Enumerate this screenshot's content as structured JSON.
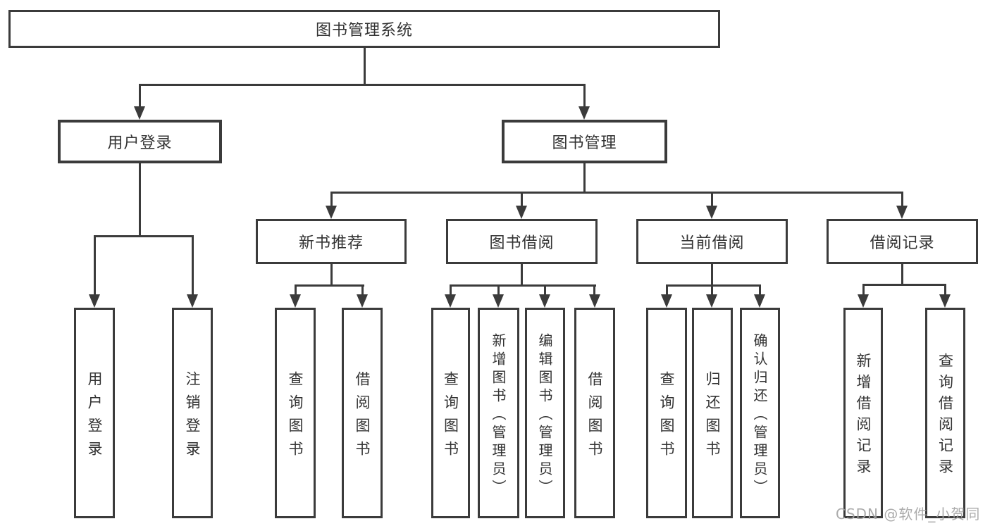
{
  "tree": {
    "label": "图书管理系统",
    "children": [
      {
        "label": "用户登录",
        "children": [
          {
            "label": "用户登录"
          },
          {
            "label": "注销登录"
          }
        ]
      },
      {
        "label": "图书管理",
        "children": [
          {
            "label": "新书推荐",
            "children": [
              {
                "label": "查询图书"
              },
              {
                "label": "借阅图书"
              }
            ]
          },
          {
            "label": "图书借阅",
            "children": [
              {
                "label": "查询图书"
              },
              {
                "label": "新增图书（管理员）"
              },
              {
                "label": "编辑图书（管理员）"
              },
              {
                "label": "借阅图书"
              }
            ]
          },
          {
            "label": "当前借阅",
            "children": [
              {
                "label": "查询图书"
              },
              {
                "label": "归还图书"
              },
              {
                "label": "确认归还（管理员）"
              }
            ]
          },
          {
            "label": "借阅记录",
            "children": [
              {
                "label": "新增借阅记录"
              },
              {
                "label": "查询借阅记录"
              }
            ]
          }
        ]
      }
    ]
  },
  "watermark": "CSDN @软件_小贺同学",
  "colors": {
    "line": "#3b3b3b",
    "text": "#333333",
    "watermark": "#a3a3a3",
    "background": "#ffffff"
  }
}
